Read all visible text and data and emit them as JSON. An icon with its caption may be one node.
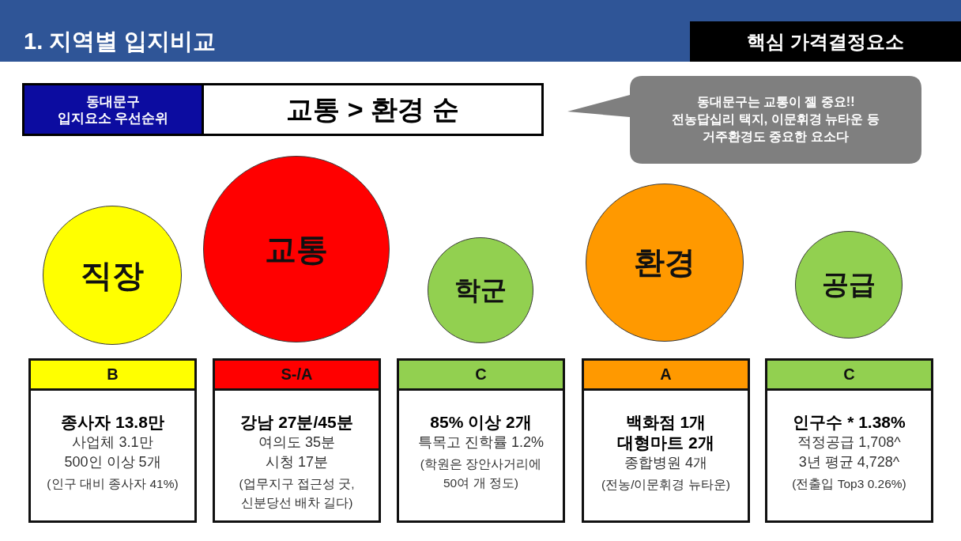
{
  "diagram": {
    "title": "1. 지역별 입지비교",
    "nodes": [
      {
        "text": [
          "핵심 가격결정요소"
        ]
      },
      {
        "text": [
          "동대문구 입지요소 우선순위",
          "교통 > 환경 순"
        ]
      },
      {
        "text": [
          "동대문구는 교통이 젤 중요!! 전농답십리 택지, 이문휘경 뉴타운 등 거주환경도 중요한 요소다"
        ]
      },
      {
        "text": [
          "직장"
        ]
      },
      {
        "text": [
          "교통"
        ]
      },
      {
        "text": [
          "학군"
        ]
      },
      {
        "text": [
          "환경"
        ]
      },
      {
        "text": [
          "공급"
        ]
      },
      {
        "text": [
          "B",
          "종사자 13.8만",
          "사업체 3.1만",
          "500인 이상 5개",
          "(인구 대비 종사자 41%)"
        ]
      },
      {
        "text": [
          "S-/A",
          "강남 27분/45분",
          "여의도 35분",
          "시청 17분",
          "(업무지구 접근성 굿, 신분당선 배차 길다)"
        ]
      },
      {
        "text": [
          "C",
          "85% 이상 2개",
          "특목고 진학률 1.2%",
          "(학원은 장안사거리에 50여 개 정도)"
        ]
      },
      {
        "text": [
          "A",
          "백화점 1개",
          "대형마트 2개",
          "종합병원 4개",
          "(전농/이문휘경 뉴타운)"
        ]
      },
      {
        "text": [
          "C",
          "인구수 * 1.38%",
          "적정공급 1,708^",
          "3년 평균 4,728^",
          "(전출입 Top3 0.26%)"
        ]
      }
    ]
  }
}
